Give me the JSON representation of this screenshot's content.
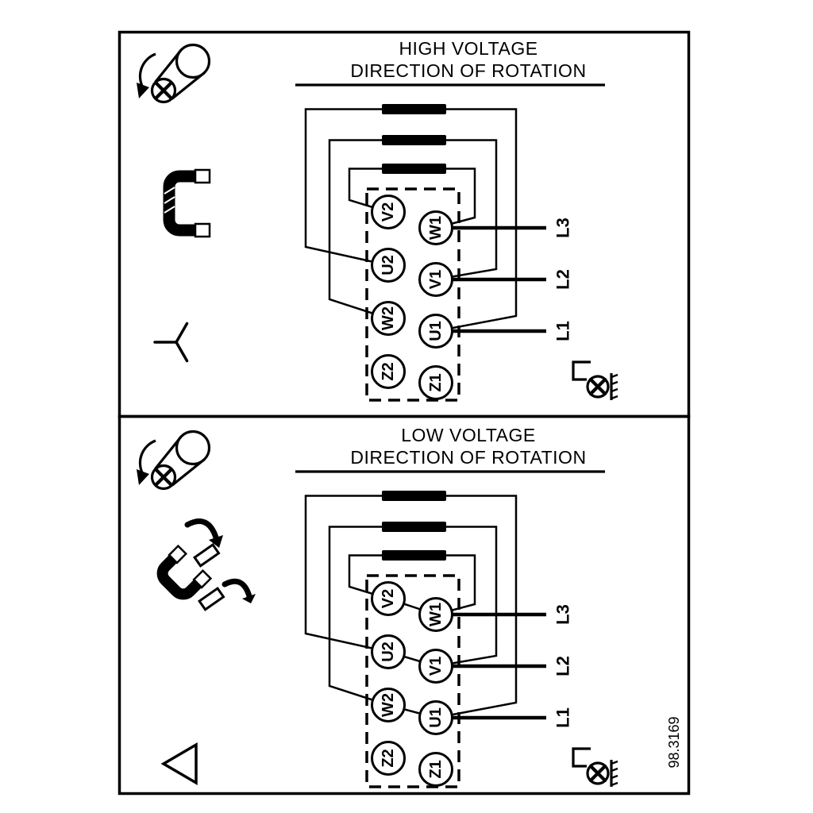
{
  "diagram": {
    "figure_number": "98.3169",
    "sections": [
      {
        "name": "high-voltage",
        "title_line1": "HIGH VOLTAGE",
        "title_line2": "DIRECTION OF ROTATION",
        "connection": "star",
        "icons": [
          "screw-rotation",
          "terminal-link",
          "star-symbol",
          "ground-screw"
        ],
        "terminals_left": [
          "V2",
          "U2",
          "W2",
          "Z2"
        ],
        "terminals_right": [
          "W1",
          "V1",
          "U1",
          "Z1"
        ],
        "supply_lines": [
          "L3",
          "L2",
          "L1"
        ]
      },
      {
        "name": "low-voltage",
        "title_line1": "LOW VOLTAGE",
        "title_line2": "DIRECTION OF ROTATION",
        "connection": "delta",
        "icons": [
          "screw-rotation",
          "link-reposition-arrows",
          "delta-symbol",
          "ground-screw"
        ],
        "terminals_left": [
          "V2",
          "U2",
          "W2",
          "Z2"
        ],
        "terminals_right": [
          "W1",
          "V1",
          "U1",
          "Z1"
        ],
        "supply_lines": [
          "L3",
          "L2",
          "L1"
        ]
      }
    ]
  }
}
